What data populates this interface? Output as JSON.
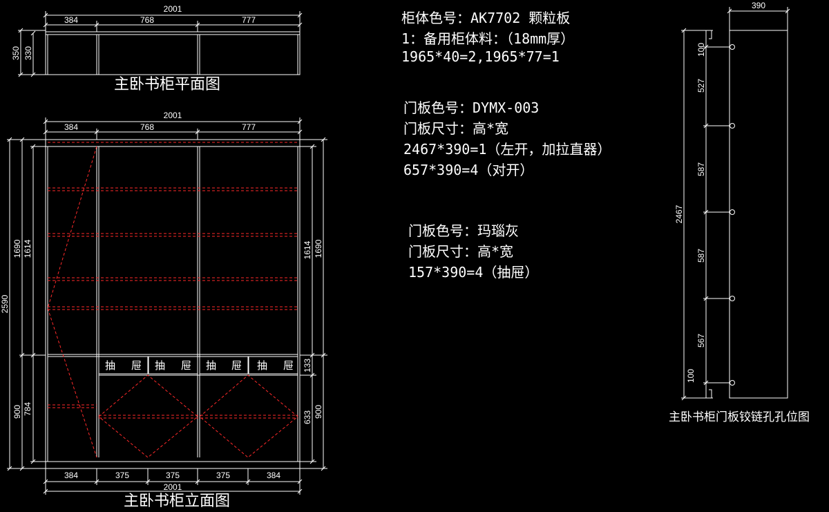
{
  "plan": {
    "title": "主卧书柜平面图",
    "total_width": "2001",
    "sections": [
      "384",
      "768",
      "777"
    ],
    "depth_outer": "350",
    "depth_inner": "330"
  },
  "elevation": {
    "title": "主卧书柜立面图",
    "top_total": "2001",
    "top_sections": [
      "384",
      "768",
      "777"
    ],
    "bottom_total": "2001",
    "bottom_sections": [
      "384",
      "375",
      "375",
      "375",
      "384"
    ],
    "left_total": "2590",
    "left_upper_outer": "1690",
    "left_upper_inner": "1614",
    "left_lower_outer": "900",
    "left_lower_inner": "784",
    "right_upper_inner": "1614",
    "right_upper_outer": "1690",
    "right_drawer": "133",
    "right_lower_inner": "633",
    "right_lower_outer": "900",
    "drawer_labels": [
      "抽",
      "屉",
      "抽",
      "屉",
      "抽",
      "屉",
      "抽",
      "屉"
    ]
  },
  "notes": {
    "block1": [
      "柜体色号：AK7702   颗粒板",
      "1：备用柜体料：（18mm厚）",
      "1965*40=2,1965*77=1"
    ],
    "block2": [
      "门板色号：DYMX-003",
      "门板尺寸：高*宽",
      "2467*390=1（左开，加拉直器）",
      "657*390=4（对开）"
    ],
    "block3": [
      "门板色号：玛瑙灰",
      "门板尺寸：高*宽",
      "157*390=4（抽屉）"
    ]
  },
  "hinge": {
    "title": "主卧书柜门板铰链孔孔位图",
    "width": "390",
    "height": "2467",
    "segments": [
      "100",
      "527",
      "587",
      "587",
      "567",
      "100"
    ]
  },
  "colors": {
    "line": "#ffffff",
    "dashed": "#ff2a2a",
    "background": "#000000"
  }
}
